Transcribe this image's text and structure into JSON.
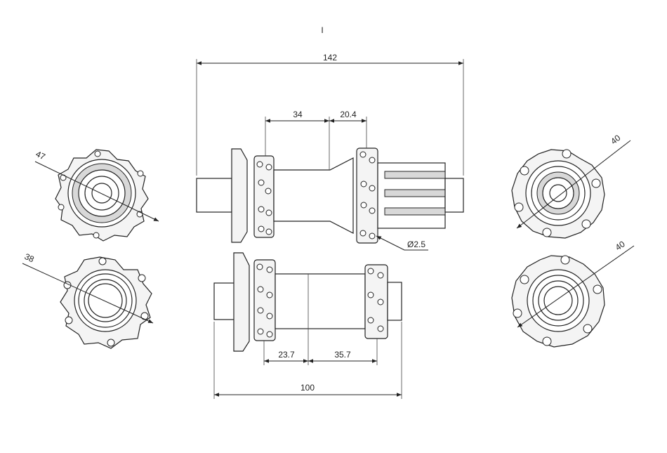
{
  "dimensions": {
    "rear_overall": "142",
    "rear_flange_left": "34",
    "rear_flange_right": "20.4",
    "hole_diameter": "Ø2.5",
    "front_overall": "100",
    "front_flange_left": "23.7",
    "front_flange_right": "35.7",
    "rear_left_end_dia": "47",
    "front_left_end_dia": "38",
    "rear_right_end_dia": "40",
    "front_right_end_dia": "40"
  },
  "marks": {
    "top_tick": "I"
  }
}
